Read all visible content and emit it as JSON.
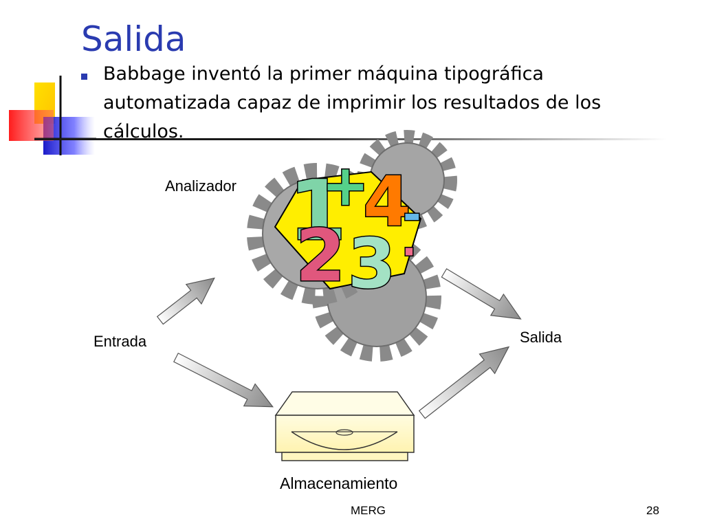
{
  "slide": {
    "title": "Salida",
    "bullets": [
      "Babbage inventó la primer máquina tipográfica automatizada capaz de imprimir los resultados de los cálculos."
    ]
  },
  "diagram": {
    "labels": {
      "analyzer": "Analizador",
      "input": "Entrada",
      "output": "Salida",
      "storage": "Almacenamiento"
    },
    "analyzer_glyphs": [
      "1",
      "+",
      "4",
      "2",
      "3",
      "-",
      "·"
    ]
  },
  "footer": {
    "author": "MERG",
    "page_number": "28"
  },
  "colors": {
    "title": "#2a3bb0",
    "deco_yellow": "#ffd200",
    "deco_red": "#ff2a2a",
    "deco_blue": "#2a2ad8",
    "gear": "#9c9c9c",
    "hexagon": "#ffee00",
    "drive": "#fffbc8"
  }
}
